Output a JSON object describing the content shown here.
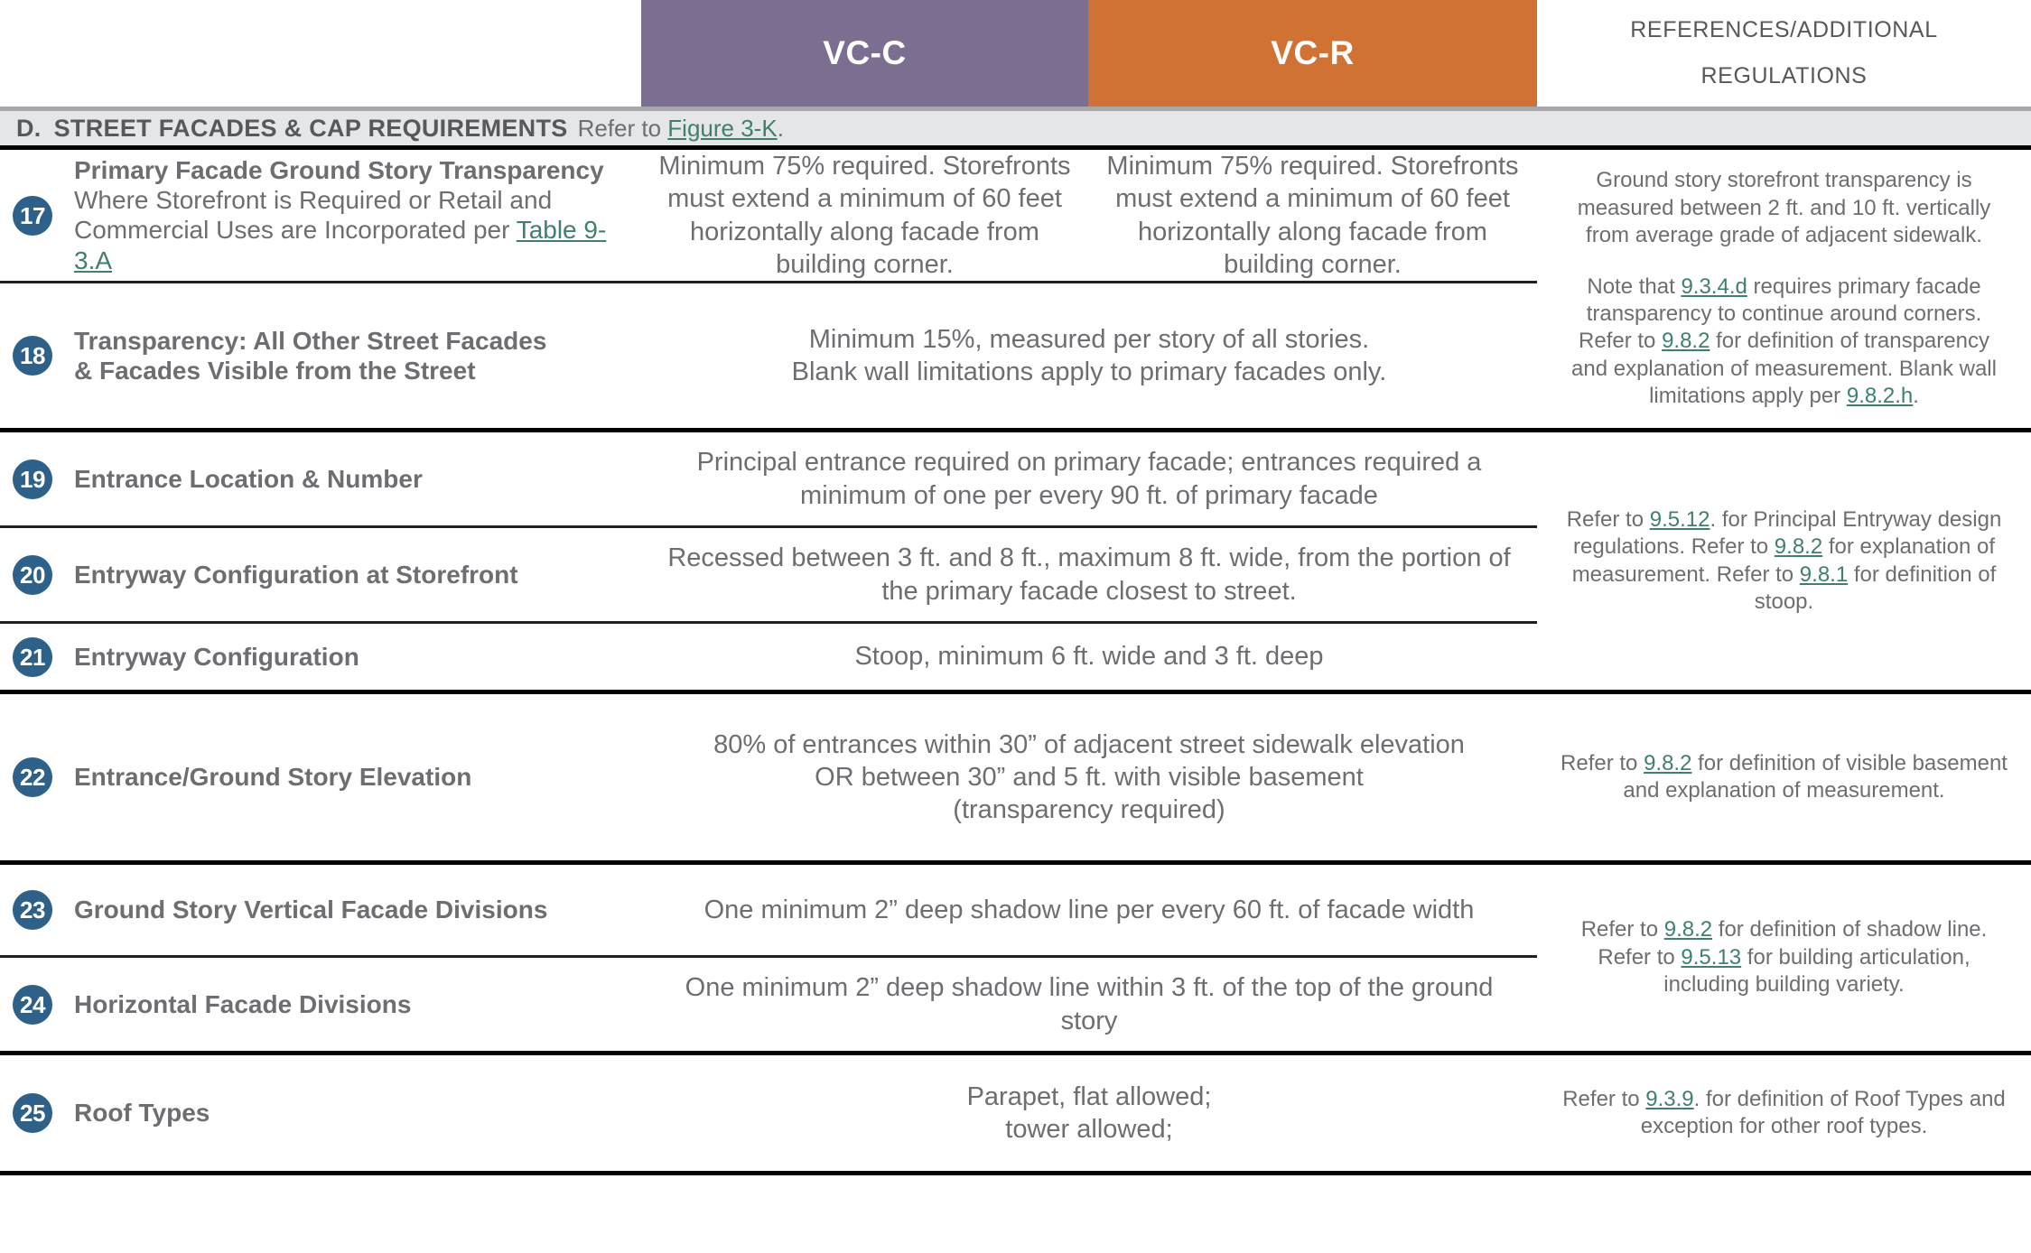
{
  "header": {
    "columns": [
      {
        "id": "vc-c",
        "label": "VC-C",
        "color": "#7b6e91"
      },
      {
        "id": "vc-r",
        "label": "VC-R",
        "color": "#cf7233"
      }
    ],
    "references_title_line1": "REFERENCES/ADDITIONAL",
    "references_title_line2": "REGULATIONS"
  },
  "section": {
    "letter": "D.",
    "title": "STREET FACADES & CAP REQUIREMENTS",
    "note_prefix": "Refer to ",
    "note_link": "Figure 3-K",
    "note_suffix": "."
  },
  "rows": [
    {
      "num": "17",
      "label_bold": "Primary Facade Ground Story Transparency",
      "label_sub_prefix": "Where Storefront is Required or Retail and Commercial Uses are Incorporated per ",
      "label_sub_link": "Table 9-3.A",
      "vc_c": "Minimum 75% required. Storefronts must extend a minimum of 60 feet horizontally along facade from building corner.",
      "vc_r": "Minimum 75% required. Storefronts must extend a minimum of 60 feet horizontally along facade from building corner."
    },
    {
      "num": "18",
      "label_bold": "Transparency: All Other Street Facades\n& Facades Visible from the Street",
      "value_both": "Minimum 15%, measured per story of all stories.\nBlank wall limitations apply to primary facades only."
    },
    {
      "num": "19",
      "label_bold": "Entrance Location & Number",
      "value_both": "Principal entrance required on primary facade; entrances required a minimum of one per every 90 ft. of primary facade"
    },
    {
      "num": "20",
      "label_bold": "Entryway Configuration at Storefront",
      "value_both": "Recessed between 3 ft. and 8 ft., maximum 8 ft. wide, from the portion of the primary facade closest to street."
    },
    {
      "num": "21",
      "label_bold": "Entryway Configuration",
      "value_both": "Stoop, minimum 6 ft. wide and 3 ft. deep"
    },
    {
      "num": "22",
      "label_bold": "Entrance/Ground Story Elevation",
      "value_both": "80% of entrances within 30” of adjacent street sidewalk elevation\nOR between 30” and 5 ft. with visible basement\n(transparency required)"
    },
    {
      "num": "23",
      "label_bold": "Ground Story Vertical Facade Divisions",
      "value_both": "One minimum 2” deep shadow line per every 60 ft. of facade width"
    },
    {
      "num": "24",
      "label_bold": "Horizontal Facade Divisions",
      "value_both": "One minimum 2” deep shadow line within 3 ft. of the top of the ground story"
    },
    {
      "num": "25",
      "label_bold": "Roof Types",
      "value_both": "Parapet, flat allowed;\ntower allowed;"
    }
  ],
  "references": {
    "r17_18": {
      "p1": "Ground story storefront transparency is measured between 2 ft. and 10 ft. vertically from average grade of adjacent sidewalk.",
      "p2_a": "Note that ",
      "p2_link1": "9.3.4.d",
      "p2_b": " requires primary facade transparency to continue around corners. Refer to ",
      "p2_link2": "9.8.2",
      "p2_c": " for definition of transparency and explanation of measurement. Blank wall limitations apply per ",
      "p2_link3": "9.8.2.h",
      "p2_d": "."
    },
    "r19_21": {
      "a": "Refer to ",
      "link1": "9.5.12",
      "b": ". for Principal Entryway design regulations. Refer to ",
      "link2": "9.8.2",
      "c": " for explanation of measurement. Refer to ",
      "link3": "9.8.1",
      "d": " for definition of stoop."
    },
    "r22": {
      "a": "Refer to ",
      "link1": "9.8.2",
      "b": " for definition of visible basement and explanation of measurement."
    },
    "r23_24": {
      "a": "Refer to ",
      "link1": "9.8.2",
      "b": " for definition of shadow line. Refer to ",
      "link2": "9.5.13",
      "c": " for building articulation, including building variety."
    },
    "r25": {
      "a": "Refer to ",
      "link1": "9.3.9",
      "b": ". for definition of Roof Types and exception for other roof types."
    }
  }
}
